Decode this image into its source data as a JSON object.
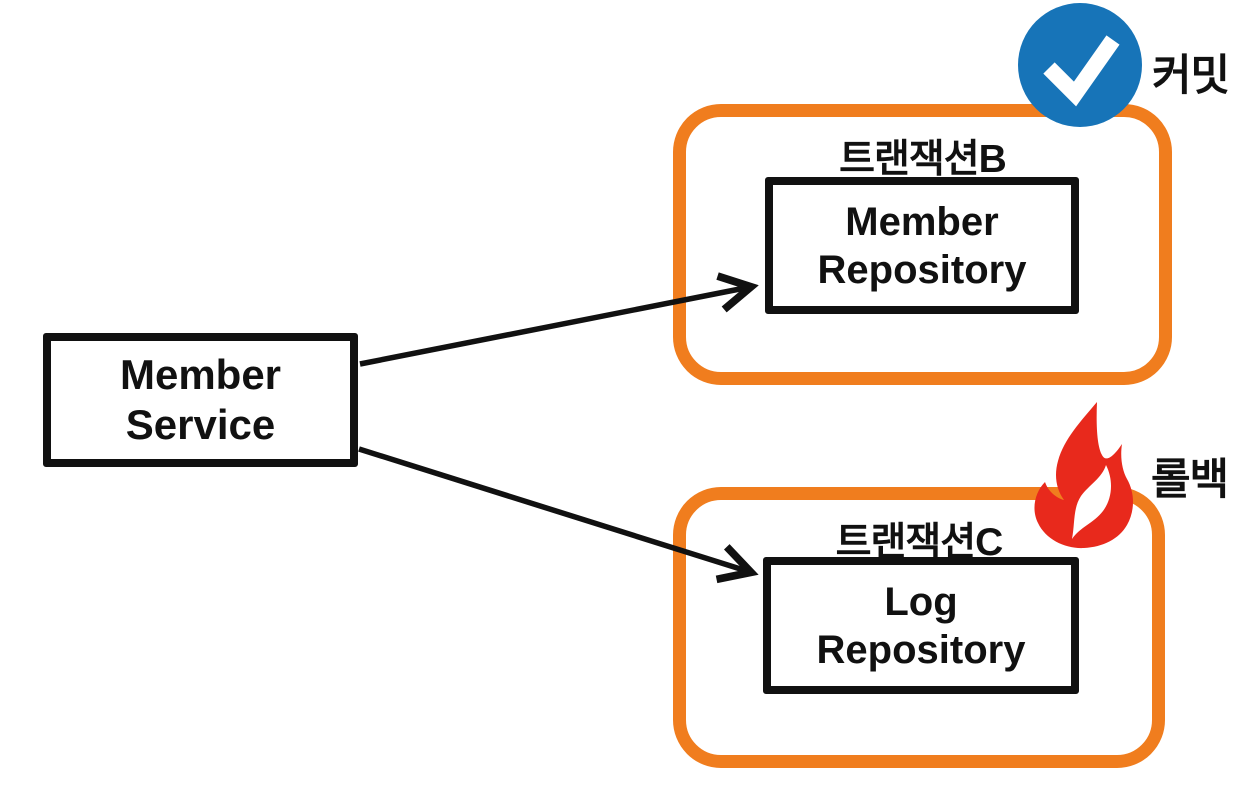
{
  "colors": {
    "orange": "#F07D1E",
    "blue": "#1774B8",
    "red": "#E8291C",
    "ink": "#111111"
  },
  "service": {
    "lines": [
      "Member",
      "Service"
    ]
  },
  "transaction_b": {
    "title": "트랜잭션B",
    "repository": {
      "lines": [
        "Member",
        "Repository"
      ]
    },
    "status": {
      "label": "커밋",
      "icon": "check-circle-icon"
    }
  },
  "transaction_c": {
    "title": "트랜잭션C",
    "repository": {
      "lines": [
        "Log",
        "Repository"
      ]
    },
    "status": {
      "label": "롤백",
      "icon": "fire-icon"
    }
  }
}
